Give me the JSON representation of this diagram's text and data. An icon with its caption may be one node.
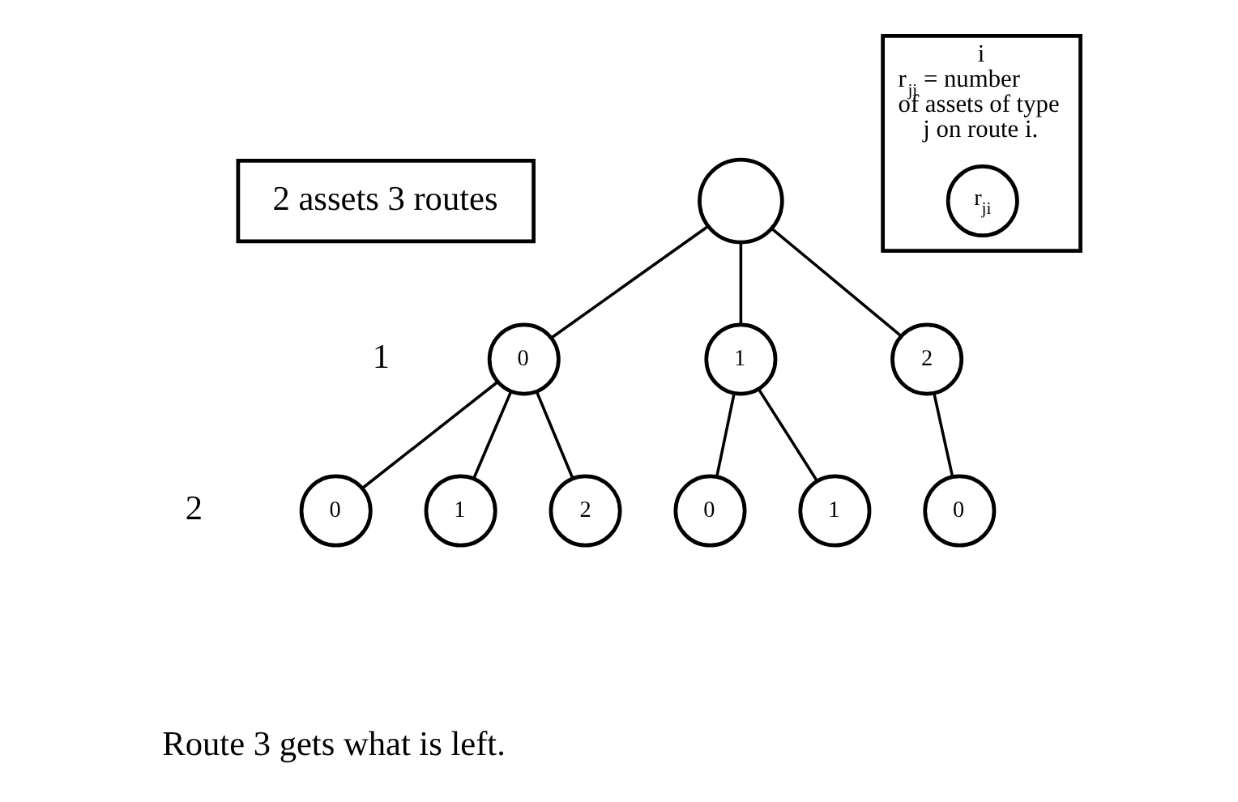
{
  "diagram": {
    "nodes": [
      {
        "text": [
          "2 assets 3 routes"
        ]
      },
      {
        "text": [
          "i",
          "r$_{ji}$ = number of assets of type j on route i."
        ]
      },
      {
        "text": [
          "r$_{ji}$"
        ],
        "in": 1
      },
      {
        "text": [],
        "shape": "circle"
      },
      {
        "text": [
          "0"
        ]
      },
      {
        "text": [
          "1"
        ]
      },
      {
        "text": [
          "2"
        ]
      },
      {
        "text": [
          "0"
        ]
      },
      {
        "text": [
          "1"
        ]
      },
      {
        "text": [
          "2"
        ]
      },
      {
        "text": [
          "0"
        ]
      },
      {
        "text": [
          "1"
        ]
      },
      {
        "text": [
          "0"
        ]
      }
    ],
    "edges": [
      {
        "from": 3,
        "to": 4,
        "arrow": "none"
      },
      {
        "from": 3,
        "to": 5,
        "arrow": "none"
      },
      {
        "from": 3,
        "to": 6,
        "arrow": "none"
      },
      {
        "from": 4,
        "to": 7,
        "arrow": "none"
      },
      {
        "from": 4,
        "to": 8,
        "arrow": "none"
      },
      {
        "from": 4,
        "to": 9,
        "arrow": "none"
      },
      {
        "from": 5,
        "to": 10,
        "arrow": "none"
      },
      {
        "from": 5,
        "to": 11,
        "arrow": "none"
      },
      {
        "from": 6,
        "to": 12,
        "arrow": "none"
      }
    ],
    "labels": [
      "1",
      "2",
      "Route 3 gets what is left."
    ]
  }
}
